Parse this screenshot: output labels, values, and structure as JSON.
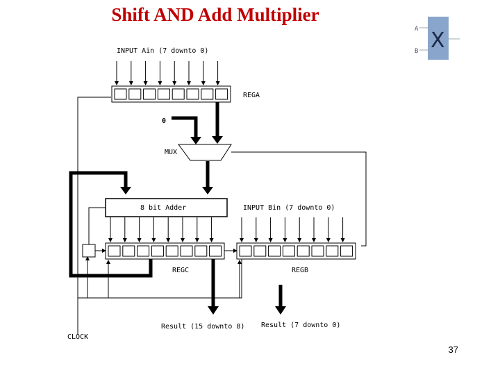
{
  "slide": {
    "title": "Shift AND Add Multiplier",
    "page_number": "37"
  },
  "diagram": {
    "input_ain": "INPUT Ain (7 downto 0)",
    "rega": "REGA",
    "zero": "0",
    "mux": "MUX",
    "adder": "8 bit Adder",
    "input_bin": "INPUT Bin (7 downto 0)",
    "regc": "REGC",
    "regb": "REGB",
    "result_hi": "Result (15 downto 8)",
    "result_lo": "Result (7 downto 0)",
    "clock": "CLOCK"
  },
  "logo": {
    "a": "A",
    "b": "B",
    "x": "X"
  }
}
